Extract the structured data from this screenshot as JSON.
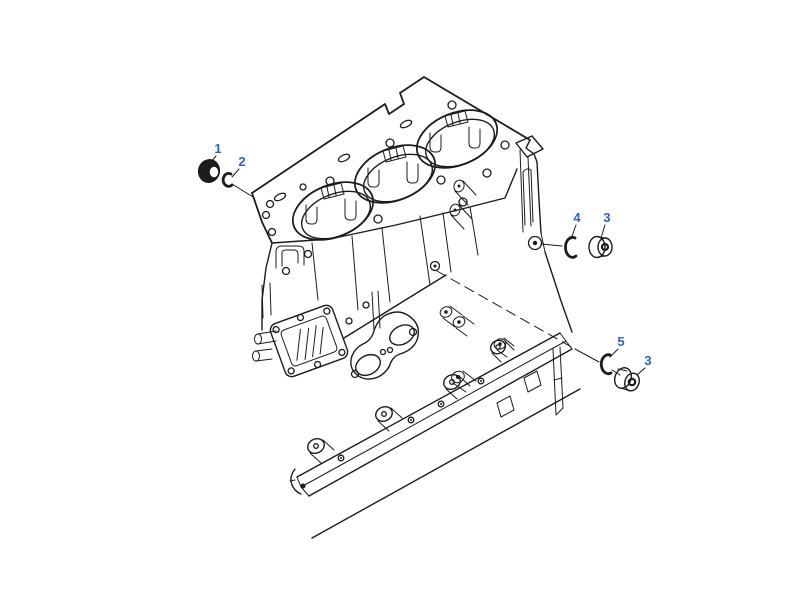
{
  "diagram": {
    "type": "exploded-parts-line-drawing",
    "subject": "engine cylinder block with expansion plugs and seals",
    "background_color": "#ffffff",
    "line_color": "#1c1c1c",
    "callout_color": "#2e62c2",
    "callouts": [
      {
        "label": "1"
      },
      {
        "label": "2"
      },
      {
        "label": "4"
      },
      {
        "label": "3"
      },
      {
        "label": "5"
      },
      {
        "label": "3"
      }
    ]
  }
}
